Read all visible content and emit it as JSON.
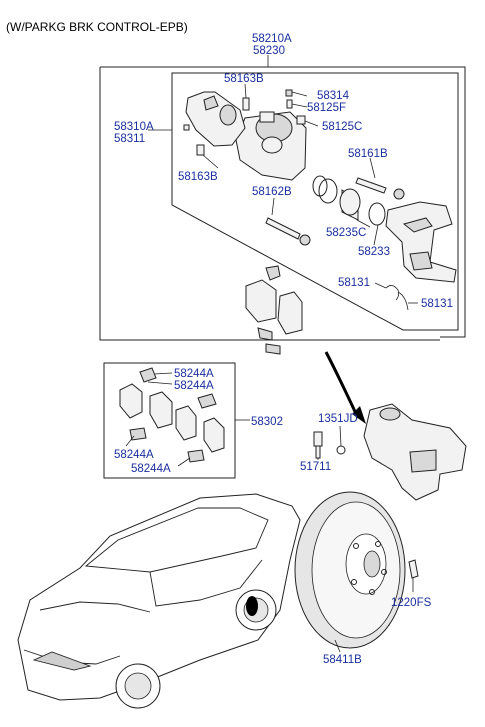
{
  "header": {
    "title": "(W/PARKG BRK CONTROL-EPB)"
  },
  "callouts": {
    "c58210A": "58210A",
    "c58230": "58230",
    "c58163B_top": "58163B",
    "c58314": "58314",
    "c58125F": "58125F",
    "c58125C": "58125C",
    "c58310A": "58310A",
    "c58311": "58311",
    "c58161B": "58161B",
    "c58163B_left": "58163B",
    "c58162B": "58162B",
    "c58235C": "58235C",
    "c58233": "58233",
    "c58131_a": "58131",
    "c58131_b": "58131",
    "c58244A_1": "58244A",
    "c58244A_2": "58244A",
    "c58302": "58302",
    "c58244A_3": "58244A",
    "c58244A_4": "58244A",
    "c1351JD": "1351JD",
    "c51711": "51711",
    "c1220FS": "1220FS",
    "c58411B": "58411B"
  },
  "colors": {
    "label": "#1a2f9e",
    "line": "#222222",
    "part_fill": "#f2f2f2"
  }
}
